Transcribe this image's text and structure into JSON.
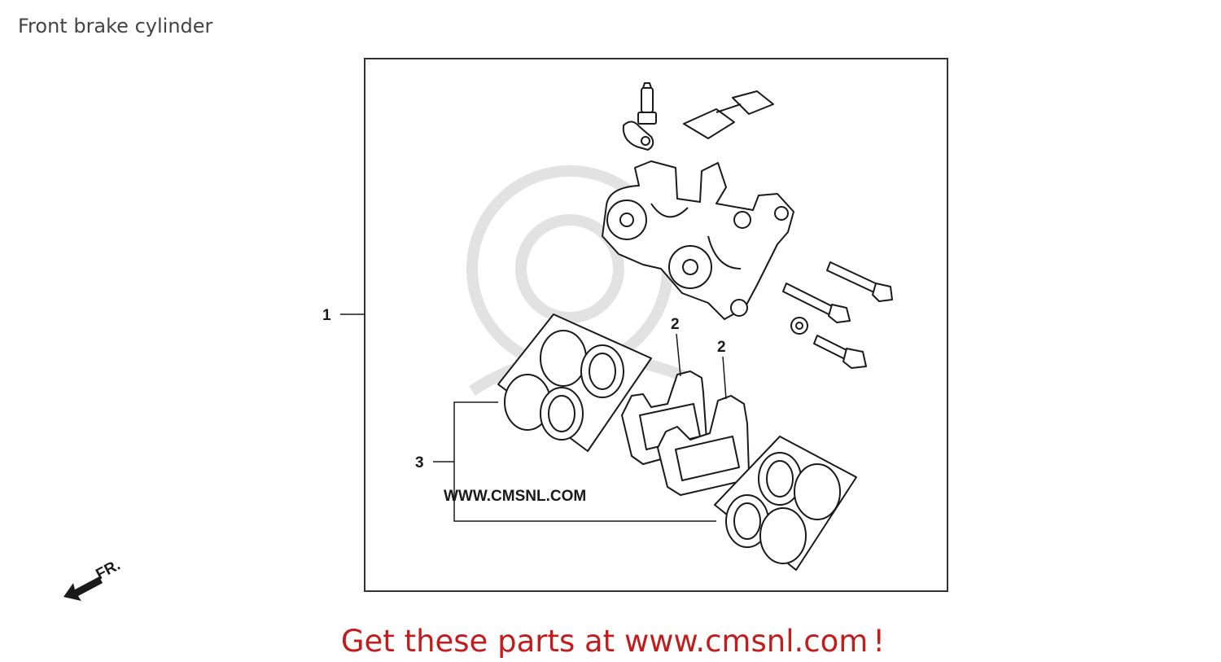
{
  "page": {
    "title": "Front brake cylinder"
  },
  "diagram": {
    "callouts": [
      {
        "number": "1",
        "part": "caliper assembly"
      },
      {
        "number": "2",
        "part": "brake pad"
      },
      {
        "number": "2",
        "part": "brake pad"
      },
      {
        "number": "3",
        "part": "piston seal set"
      }
    ],
    "direction_label": "FR.",
    "watermark": "WWW.CMSNL.COM",
    "line_color": "#1a1a1a",
    "watermark_color": "#dcdcdc"
  },
  "footer": {
    "text": "Get these parts at www.cmsnl.com",
    "suffix": "!",
    "color": "#c21d1d"
  }
}
